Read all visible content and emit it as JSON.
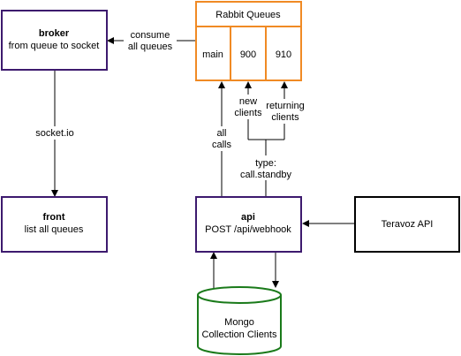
{
  "nodes": {
    "broker": {
      "title": "broker",
      "subtitle": "from queue to socket",
      "border": "#3d1a6e"
    },
    "front": {
      "title": "front",
      "subtitle": "list all queues",
      "border": "#3d1a6e"
    },
    "api": {
      "title": "api",
      "subtitle": "POST /api/webhook",
      "border": "#3d1a6e"
    },
    "teravoz": {
      "title": "Teravoz API",
      "border": "#000000"
    },
    "mongo": {
      "line1": "Mongo",
      "line2": "Collection Clients",
      "border": "#1a7a1a"
    },
    "rabbit": {
      "title": "Rabbit Queues",
      "border": "#f08a24",
      "queues": [
        "main",
        "900",
        "910"
      ]
    }
  },
  "edges": {
    "consume": {
      "line1": "consume",
      "line2": "all queues"
    },
    "socket": {
      "label": "socket.io"
    },
    "all_calls": {
      "line1": "all",
      "line2": "calls"
    },
    "new_clients": {
      "line1": "new",
      "line2": "clients"
    },
    "returning_clients": {
      "line1": "returning",
      "line2": "clients"
    },
    "type": {
      "line1": "type:",
      "line2": "call.standby"
    }
  }
}
